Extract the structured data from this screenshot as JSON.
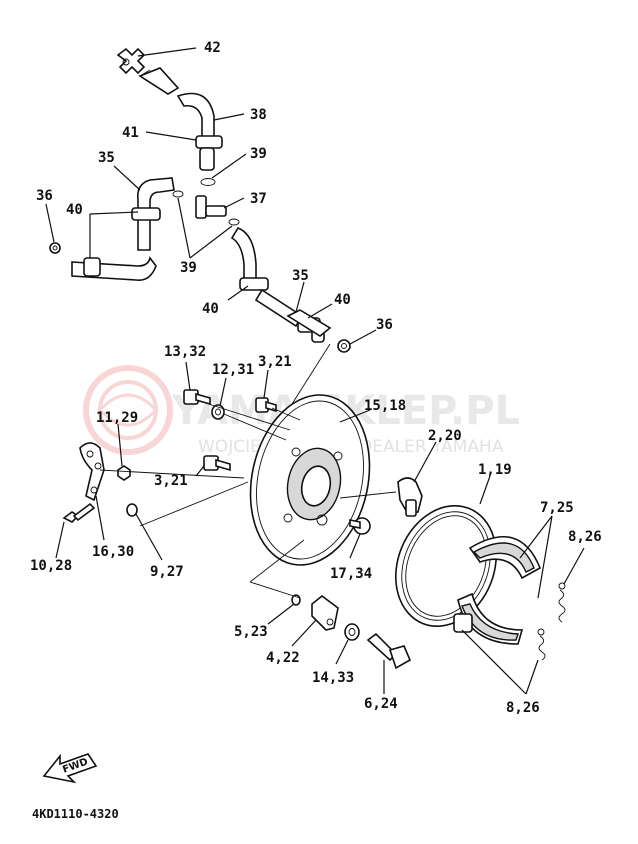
{
  "watermark": {
    "brand": "YAMA-SKLEP.PL",
    "subtitle": "WOJCIECHOWSKI | DEALER YAMAHA"
  },
  "callouts": [
    {
      "id": "42",
      "text": "42"
    },
    {
      "id": "38",
      "text": "38"
    },
    {
      "id": "41",
      "text": "41"
    },
    {
      "id": "39a",
      "text": "39"
    },
    {
      "id": "35a",
      "text": "35"
    },
    {
      "id": "37",
      "text": "37"
    },
    {
      "id": "36a",
      "text": "36"
    },
    {
      "id": "40a",
      "text": "40"
    },
    {
      "id": "39b",
      "text": "39"
    },
    {
      "id": "35b",
      "text": "35"
    },
    {
      "id": "40b",
      "text": "40"
    },
    {
      "id": "40c",
      "text": "40"
    },
    {
      "id": "36b",
      "text": "36"
    },
    {
      "id": "13_32",
      "text": "13,32"
    },
    {
      "id": "12_31",
      "text": "12,31"
    },
    {
      "id": "3_21a",
      "text": "3,21"
    },
    {
      "id": "15_18",
      "text": "15,18"
    },
    {
      "id": "11_29",
      "text": "11,29"
    },
    {
      "id": "2_20",
      "text": "2,20"
    },
    {
      "id": "1_19",
      "text": "1,19"
    },
    {
      "id": "3_21b",
      "text": "3,21"
    },
    {
      "id": "7_25",
      "text": "7,25"
    },
    {
      "id": "8_26a",
      "text": "8,26"
    },
    {
      "id": "10_28",
      "text": "10,28"
    },
    {
      "id": "16_30",
      "text": "16,30"
    },
    {
      "id": "9_27",
      "text": "9,27"
    },
    {
      "id": "17_34",
      "text": "17,34"
    },
    {
      "id": "5_23",
      "text": "5,23"
    },
    {
      "id": "4_22",
      "text": "4,22"
    },
    {
      "id": "14_33",
      "text": "14,33"
    },
    {
      "id": "6_24",
      "text": "6,24"
    },
    {
      "id": "8_26b",
      "text": "8,26"
    }
  ],
  "fwd_label": "FWD",
  "diagram_code": "4KD1110-4320"
}
